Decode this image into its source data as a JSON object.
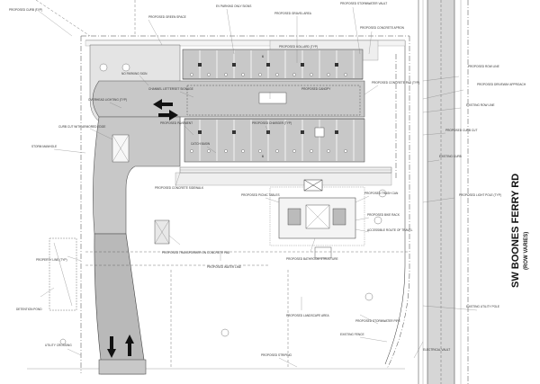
{
  "street": {
    "name": "SW BOONES FERRY RD",
    "note": "(ROW VARIES)"
  },
  "stall_numbers": [
    "6",
    "8",
    "6"
  ],
  "callouts": [
    "PROPOSED CURB (TYP)",
    "PROPOSED GREEN SPACE",
    "EV PARKING ONLY SIGNS",
    "PROPOSED GRAVEL AREA",
    "PROPOSED STORMWATER VAULT",
    "PROPOSED CONCRETE APRON",
    "NO PARKING SIGN",
    "PROPOSED BOLLARD (TYP)",
    "CHANNEL LETTERSET SIGNAGE",
    "PROPOSED CANOPY",
    "PROPOSED CONCRETE PAD (TYP)",
    "OVERHEAD LIGHTING (TYP)",
    "CURB CUT WITH ARMORED EDGE",
    "STORM MANHOLE",
    "PROPOSED PAVEMENT",
    "PROPOSED CHARGER (TYP)",
    "CATCH BASIN",
    "PROPOSED CONCRETE SIDEWALK",
    "PROPOSED PICNIC TABLES",
    "PROPOSED TRASH CAN",
    "PROPOSED BIKE RACK",
    "PROPOSED BATHROOM STRUCTURE",
    "ACCESSIBLE ROUTE OF TRAVEL",
    "PROPOSED TRANSFORMER ON CONCRETE PAD",
    "PROPOSED WATER LINE",
    "PROPOSED LANDSCAPE AREA",
    "PROPERTY LINE (TYP)",
    "DETENTION POND",
    "UTILITY CROSSING",
    "PROPOSED ROW LINE",
    "PROPOSED DRIVEWAY APPROACH",
    "EXISTING ROW LINE",
    "PROPOSED CURB CUT",
    "EXISTING CURB",
    "PROPOSED LIGHT POLE (TYP)",
    "EXISTING UTILITY POLE",
    "PROPOSED STORMWATER PIPE",
    "EXISTING FENCE",
    "PROPOSED STRIPING",
    "ELECTRICAL VAULT"
  ]
}
